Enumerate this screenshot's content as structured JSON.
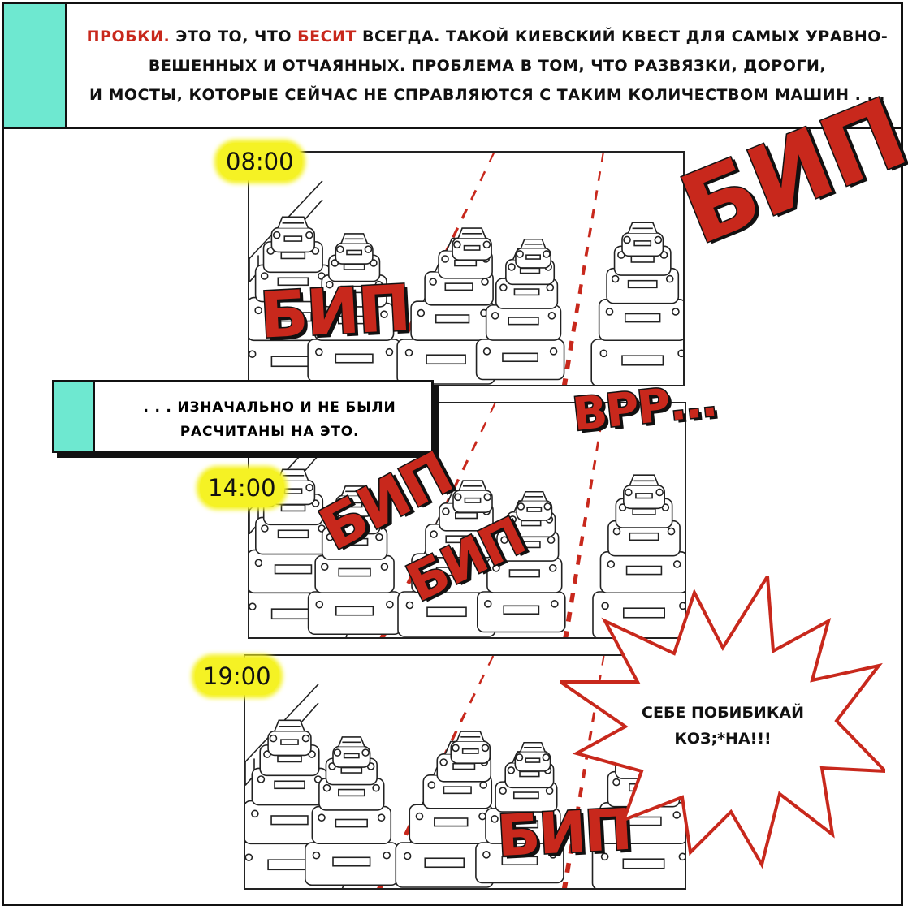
{
  "caption_top": {
    "word_1": "Пробки.",
    "text_1": "Это то, что",
    "word_2": "бесит",
    "text_2": "всегда. Такой киевский квест для самых уравно-",
    "line_2": "вешенных и отчаянных. Проблема в том, что развязки, дороги,",
    "line_3": "и мосты, которые сейчас не справляются с таким количеством машин . . ."
  },
  "caption_mid": {
    "line_1": ". . . изначально и не были",
    "line_2": "расчитаны на это."
  },
  "panels": [
    {
      "time": "08:00"
    },
    {
      "time": "14:00"
    },
    {
      "time": "19:00"
    }
  ],
  "sounds": {
    "bip_1": "БИП",
    "bip_big": "БИП",
    "vrr": "ВРР...",
    "bip_2": "БИП",
    "bip_3": "БИП",
    "bip_4": "БИП"
  },
  "speech": {
    "line_1": "Себе побибикай",
    "line_2": "коз;*на!!!"
  },
  "colors": {
    "accent_teal": "#6ee8d0",
    "sound_red": "#c8281c",
    "time_yellow": "#f5f224"
  }
}
